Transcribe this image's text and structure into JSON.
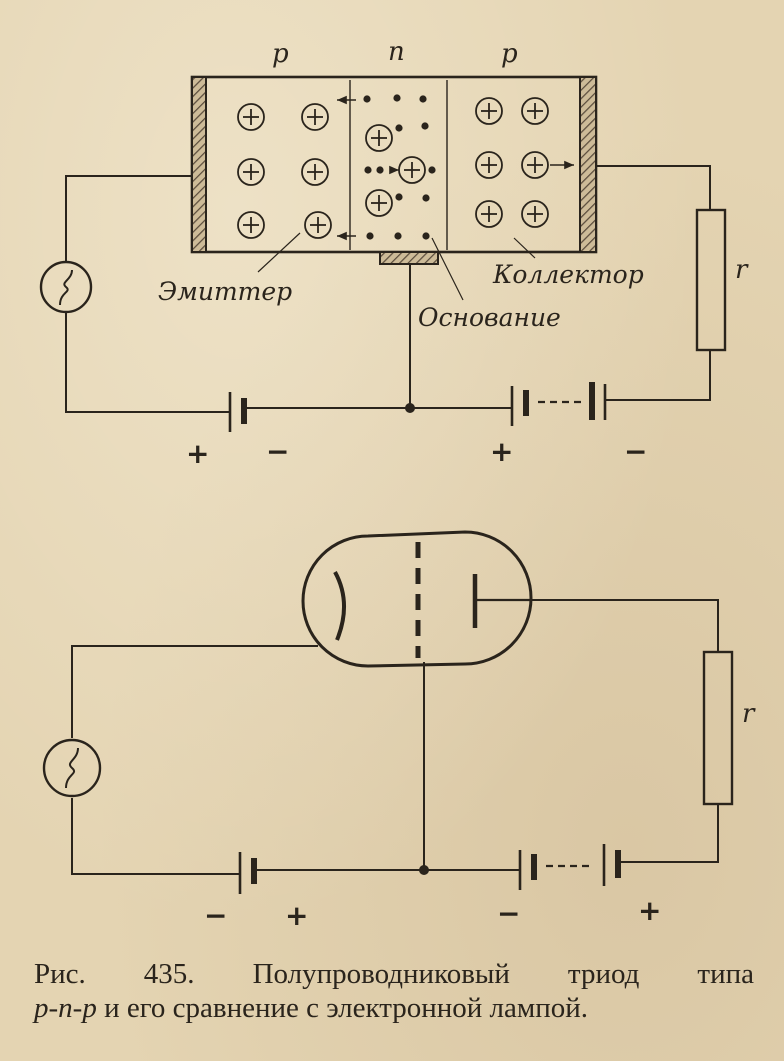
{
  "colors": {
    "paper": "#e4d4b2",
    "ink": "#2a241c",
    "electrode_hatch": "#5a4c3c"
  },
  "transistor": {
    "region_labels": [
      "p",
      "n",
      "p"
    ],
    "emitter_label": "Эмиттер",
    "base_label": "Основание",
    "collector_label": "Коллектор",
    "resistor_label": "r",
    "battery_signs": [
      "+",
      "−",
      "+",
      "−"
    ],
    "hole_symbol": "+"
  },
  "tube": {
    "resistor_label": "r",
    "battery_signs": [
      "−",
      "+",
      "−",
      "+"
    ]
  },
  "caption": {
    "line1": "Рис. 435. Полупроводниковый триод типа",
    "line2_italic": "p-n-p",
    "line2_rest": " и его сравнение с электронной лампой."
  }
}
